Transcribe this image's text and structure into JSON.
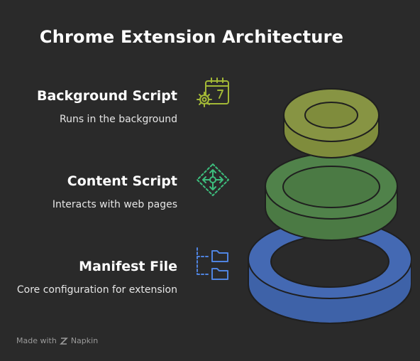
{
  "title": "Chrome Extension Architecture",
  "items": [
    {
      "heading": "Background Script",
      "description": "Runs in the background",
      "icon": "calendar-gear-icon",
      "color": "#a3b936"
    },
    {
      "heading": "Content Script",
      "description": "Interacts with web pages",
      "icon": "move-arrows-icon",
      "color": "#3dbd7d"
    },
    {
      "heading": "Manifest File",
      "description": "Core configuration for extension",
      "icon": "folder-tree-icon",
      "color": "#4f84e0"
    }
  ],
  "ring_colors": {
    "top": "#7f8c3c",
    "middle": "#4b7a44",
    "bottom": "#3e62a8"
  },
  "footer": {
    "made_with": "Made with",
    "brand": "Napkin"
  }
}
